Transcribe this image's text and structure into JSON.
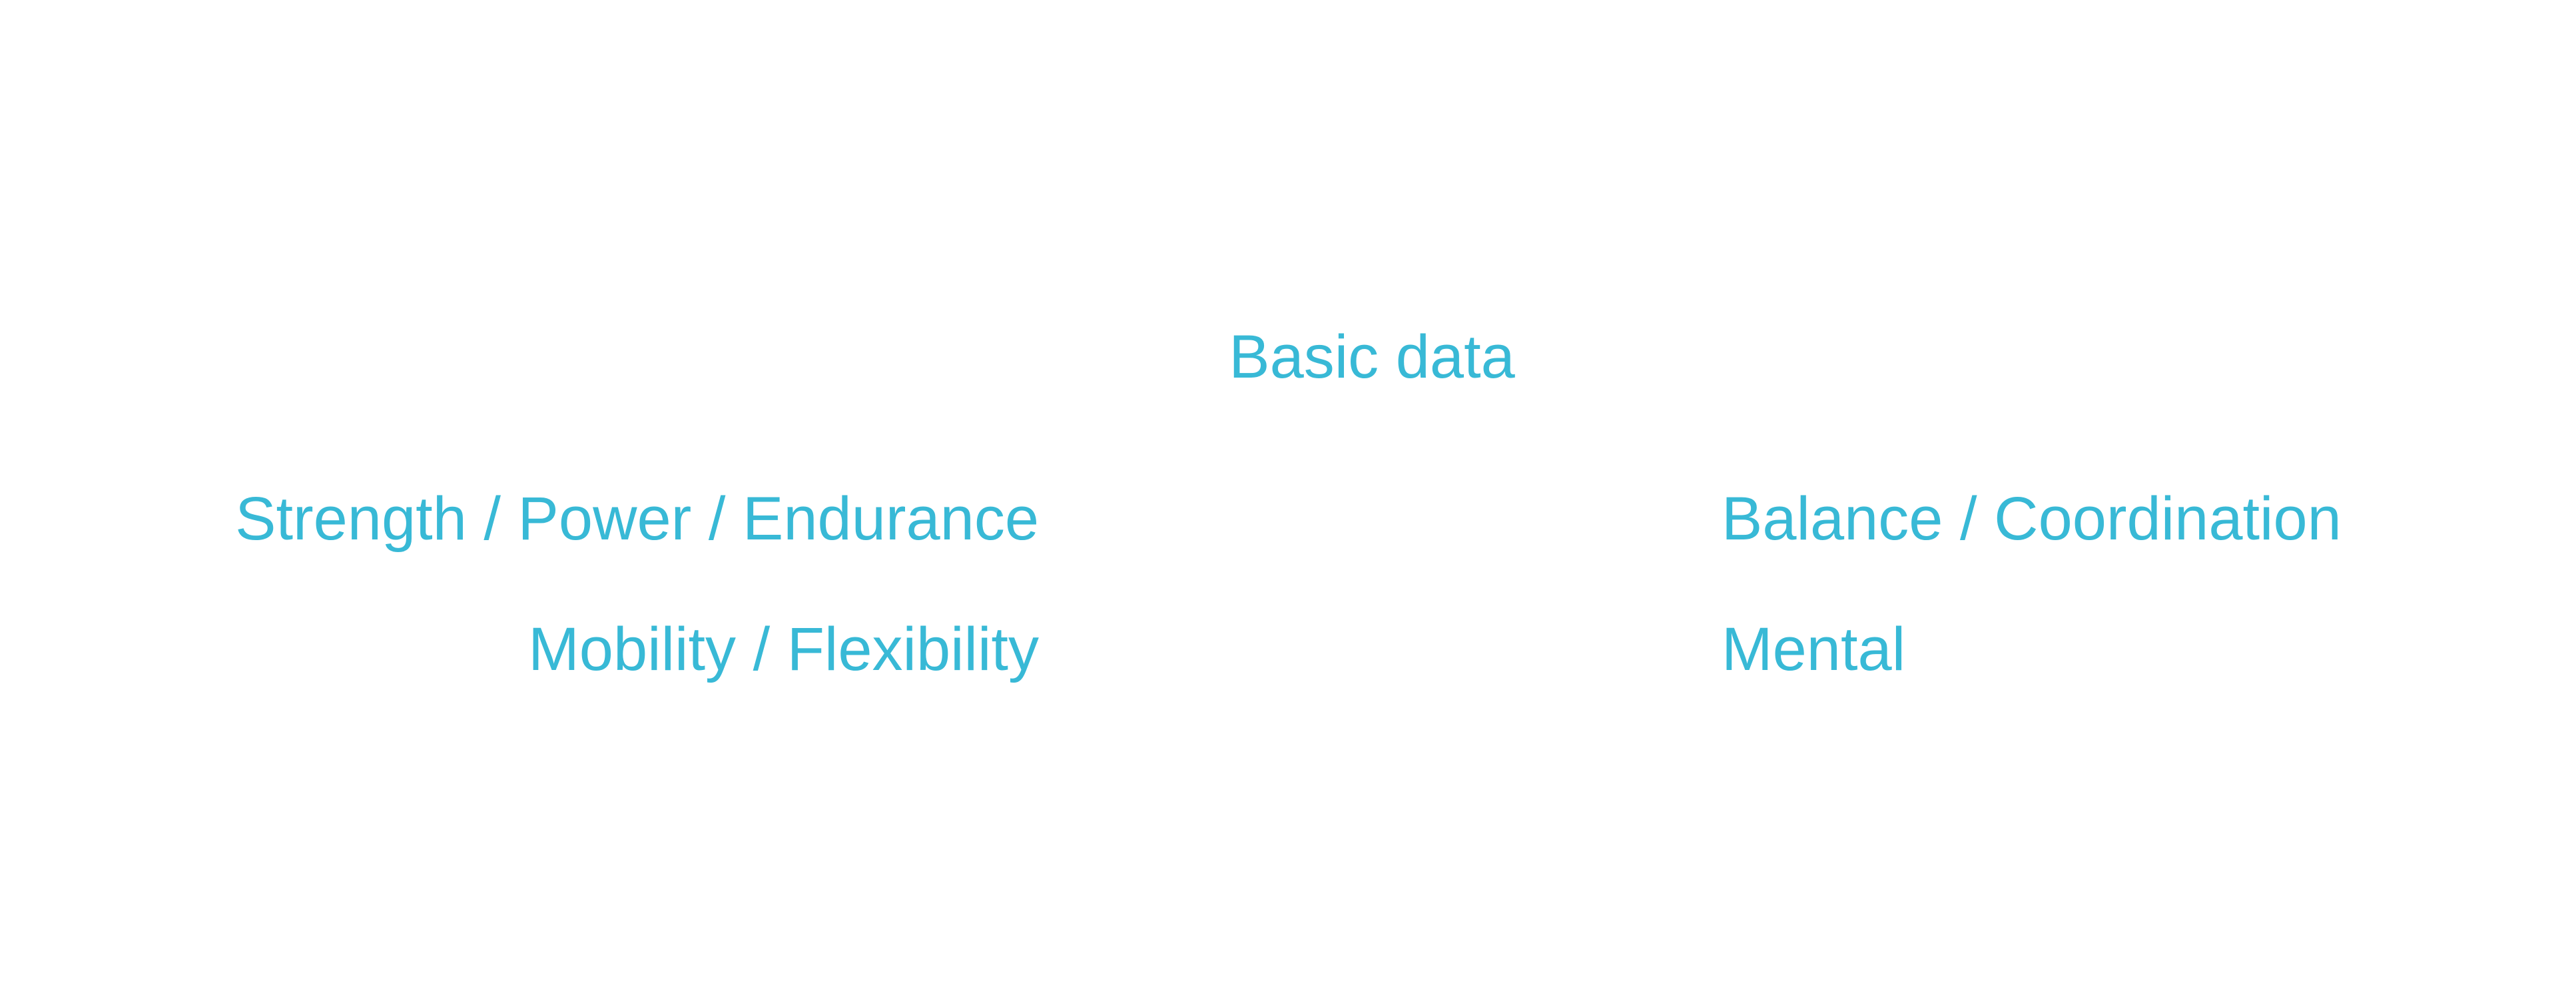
{
  "colors": {
    "background": "#ffffff",
    "label": "#38b9d6"
  },
  "labels": {
    "center": "Basic data",
    "left_top": "Strength / Power / Endurance",
    "left_bottom": "Mobility / Flexibility",
    "right_top": "Balance / Coordination",
    "right_bottom": "Mental"
  }
}
